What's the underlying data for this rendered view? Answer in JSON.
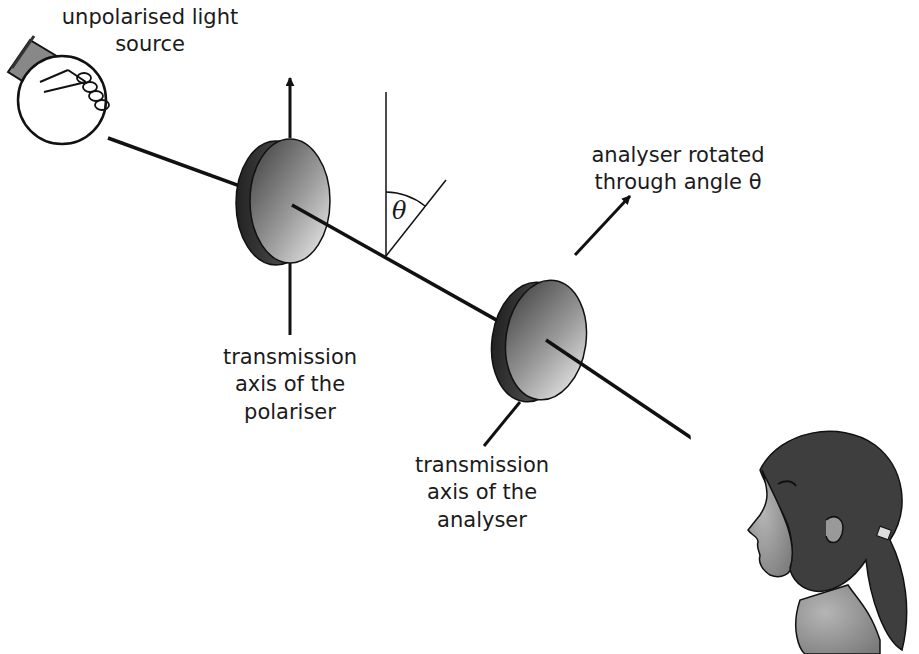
{
  "diagram": {
    "labels": [
      "unpolarised light source",
      "θ",
      "analyser rotated through angle θ",
      "transmission axis of the polariser",
      "transmission axis of the analyser"
    ]
  }
}
